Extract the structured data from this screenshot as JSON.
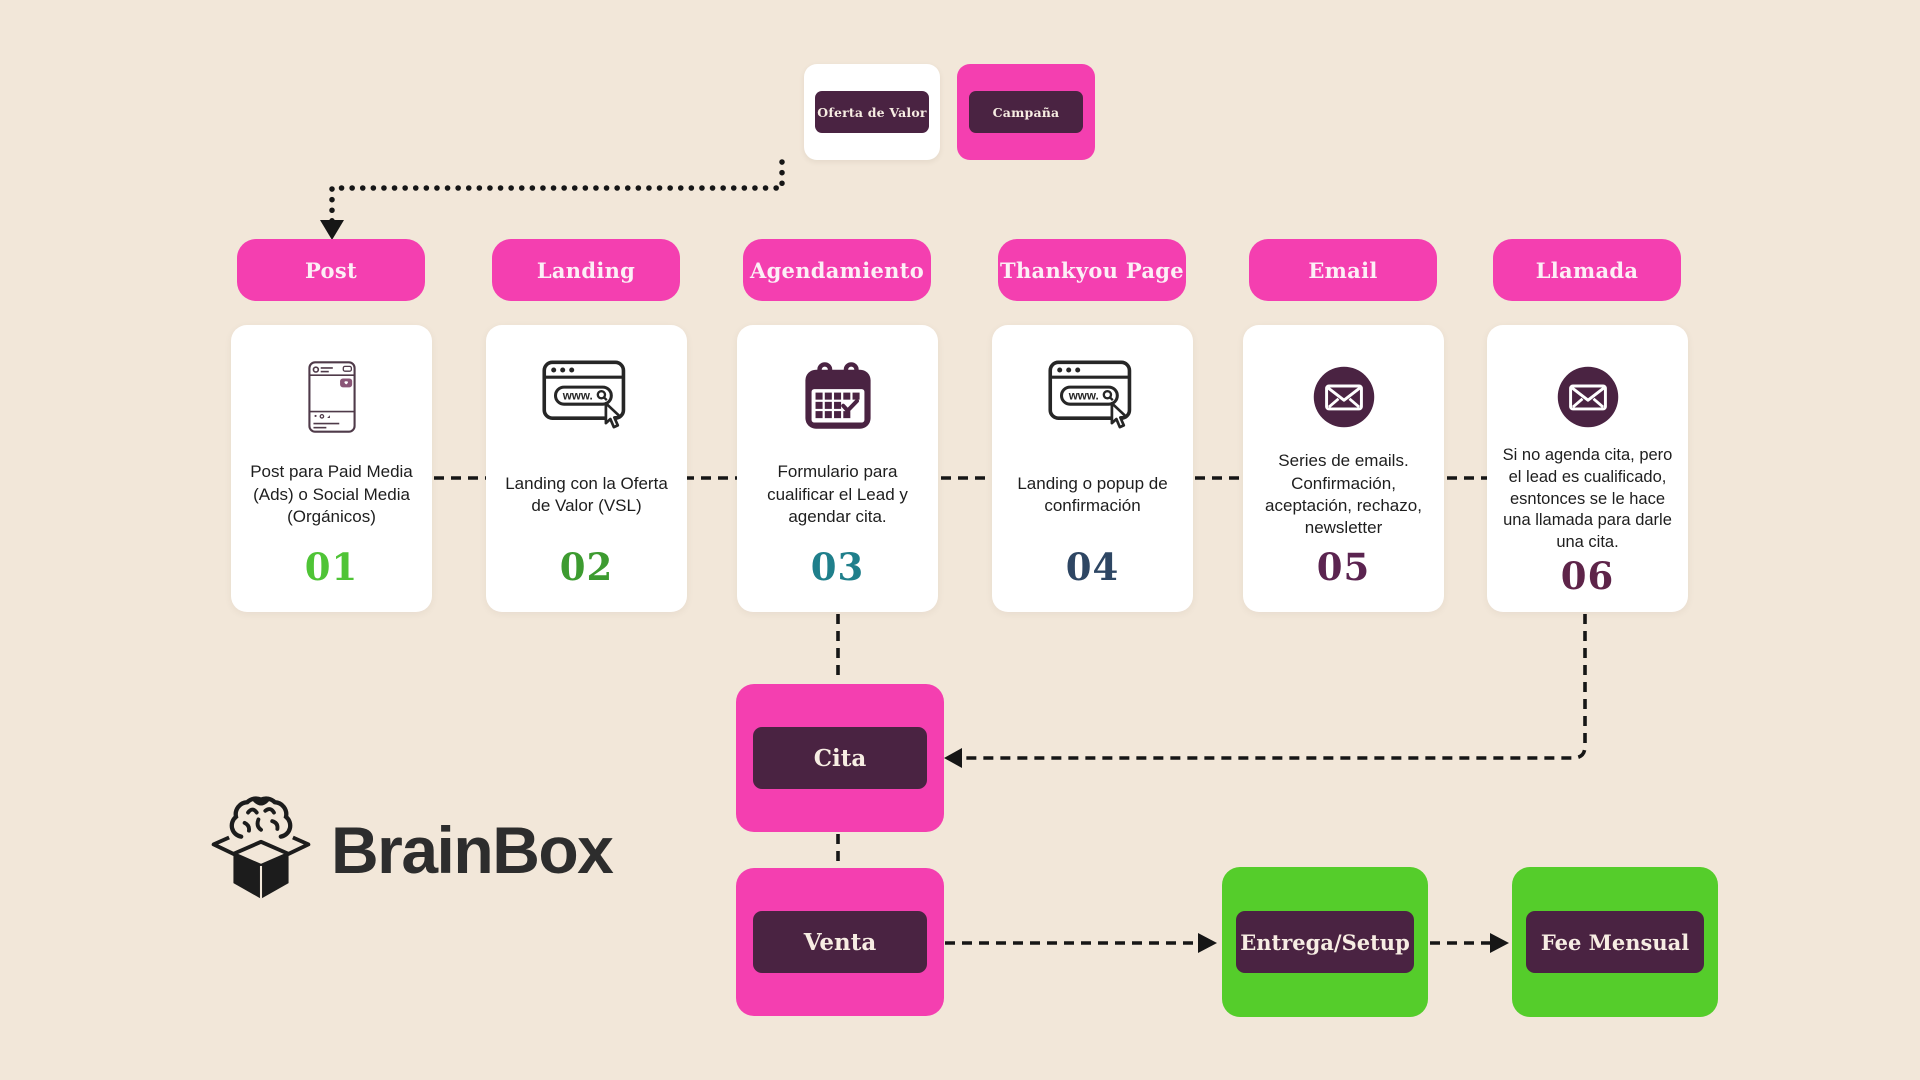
{
  "colors": {
    "background": "#F2E7D9",
    "pink": "#F43FB0",
    "plum": "#4A2342",
    "green_node": "#55CD2B",
    "connector": "#161616",
    "card_bg": "#FFFFFF",
    "chip_text": "#F7EDE3",
    "body_text": "#1E1E1E"
  },
  "top_nodes": [
    {
      "label": "Oferta de Valor",
      "variant": "white"
    },
    {
      "label": "Campaña",
      "variant": "pink"
    }
  ],
  "columns": [
    {
      "pill": "Post",
      "icon": "social-post-icon",
      "description": "Post para Paid Media (Ads) o Social Media (Orgánicos)",
      "number": "01",
      "number_color": "#4FC436"
    },
    {
      "pill": "Landing",
      "icon": "browser-icon",
      "description": "Landing con la Oferta de Valor (VSL)",
      "number": "02",
      "number_color": "#3D9B30"
    },
    {
      "pill": "Agendamiento",
      "icon": "calendar-icon",
      "description": "Formulario para cualificar el Lead y agendar cita.",
      "number": "03",
      "number_color": "#1F7F8B"
    },
    {
      "pill": "Thankyou Page",
      "icon": "browser-icon",
      "description": "Landing o popup de confirmación",
      "number": "04",
      "number_color": "#2E4663"
    },
    {
      "pill": "Email",
      "icon": "envelope-icon",
      "description": "Series de emails. Confirmación, aceptación, rechazo, newsletter",
      "number": "05",
      "number_color": "#5B2450"
    },
    {
      "pill": "Llamada",
      "icon": "envelope-icon",
      "description": "Si no agenda cita, pero el lead es cualificado, esntonces se le hace una llamada para darle una cita.",
      "number": "06",
      "number_color": "#5E2449"
    }
  ],
  "flow": {
    "cita": "Cita",
    "venta": "Venta",
    "entrega": "Entrega/Setup",
    "fee": "Fee Mensual"
  },
  "logo": {
    "text": "BrainBox"
  }
}
